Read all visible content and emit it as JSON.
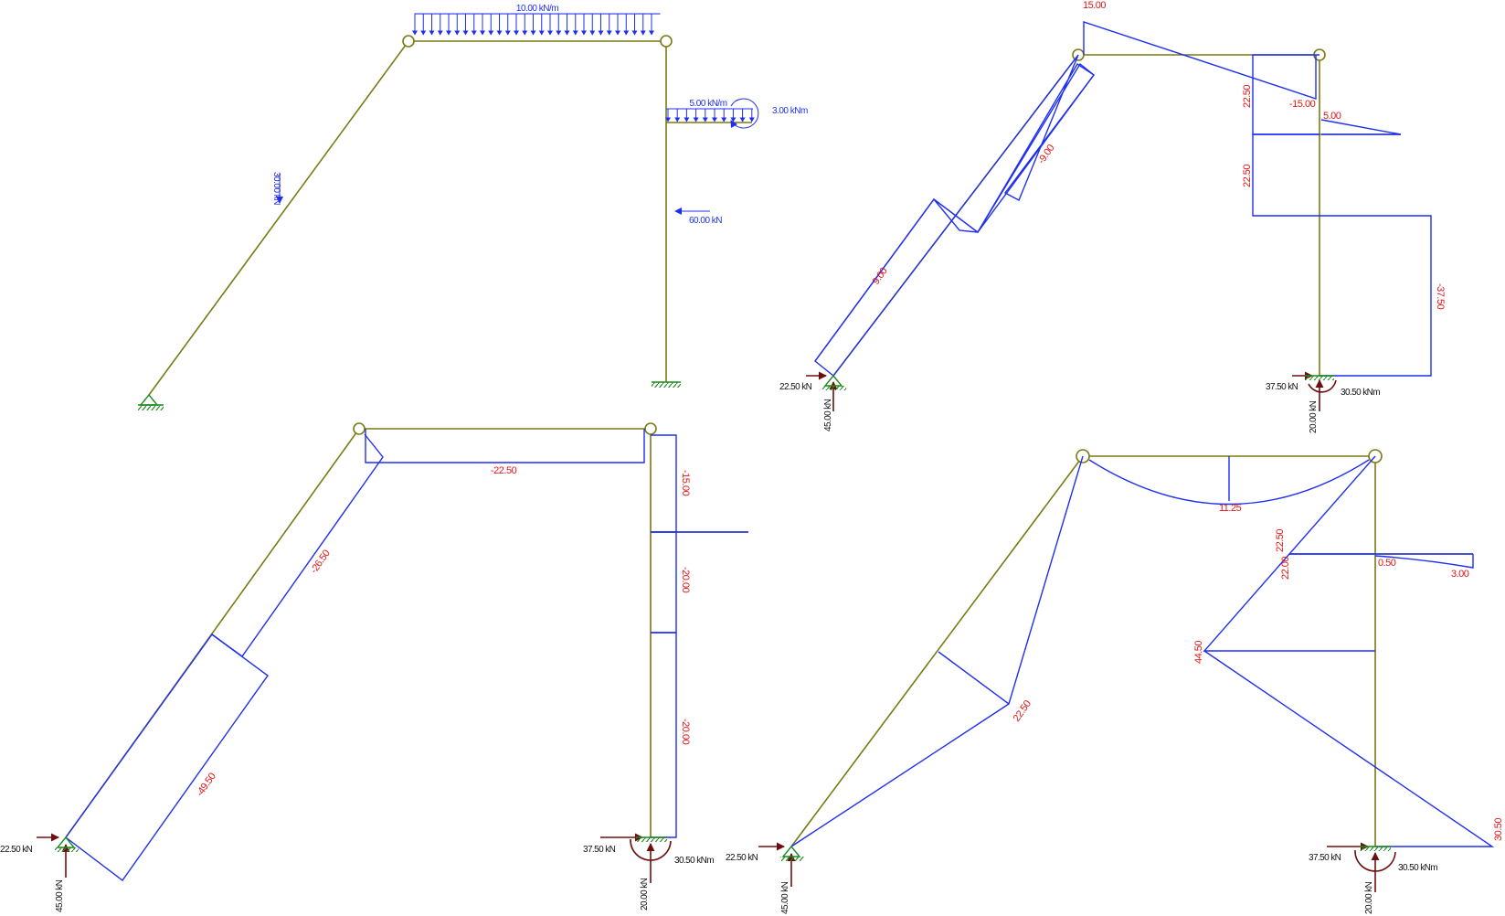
{
  "colors": {
    "frame": "#7a7a14",
    "diagram": "#1f2ff0",
    "load": "#1f2ff0",
    "reaction": "#6e0f0f",
    "value_label": "#e11515",
    "support": "#1d8a1d"
  },
  "load_case": {
    "udl_beam": "10.00 kN/m",
    "udl_cantilever": "5.00 kN/m",
    "moment": "3.00 kNm",
    "force_diagonal": "30.00 kN",
    "force_horizontal": "60.00 kN"
  },
  "reactions": {
    "left_h": "22.50 kN",
    "left_v": "45.00 kN",
    "right_h": "37.50 kN",
    "right_v": "20.00 kN",
    "right_m": "30.50 kNm"
  },
  "shear": {
    "v1": "15.00",
    "v2": "-15.00",
    "v3": "5.00",
    "v4": "22.50",
    "v5": "22.50",
    "v6": "-37.50",
    "v7": "-9.00",
    "v8": "9.00"
  },
  "axial": {
    "n1": "-22.50",
    "n2": "-26.50",
    "n3": "-49.50",
    "n4": "-15.00",
    "n5": "-20.00",
    "n6": "-20.00"
  },
  "moment": {
    "m1": "11.25",
    "m2": "22.50",
    "m3": "22.50",
    "m4": "22.00",
    "m5": "0.50",
    "m6": "3.00",
    "m7": "44.50",
    "m8": "30.50"
  }
}
